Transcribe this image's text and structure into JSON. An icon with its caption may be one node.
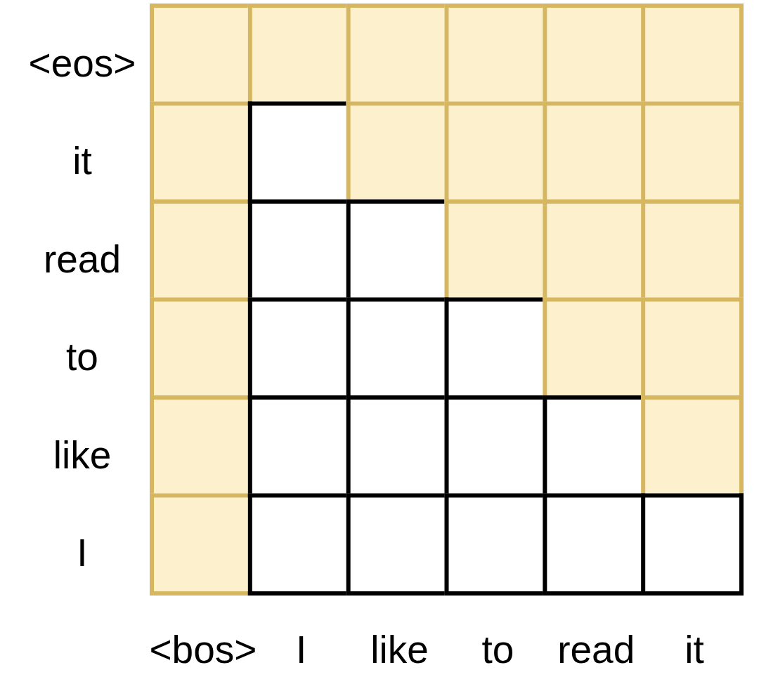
{
  "diagram": {
    "labels": [
      "<eos>",
      "it",
      "read",
      "to",
      "like",
      "I",
      "<bos>",
      "I",
      "like",
      "to",
      "read",
      "it"
    ]
  }
}
